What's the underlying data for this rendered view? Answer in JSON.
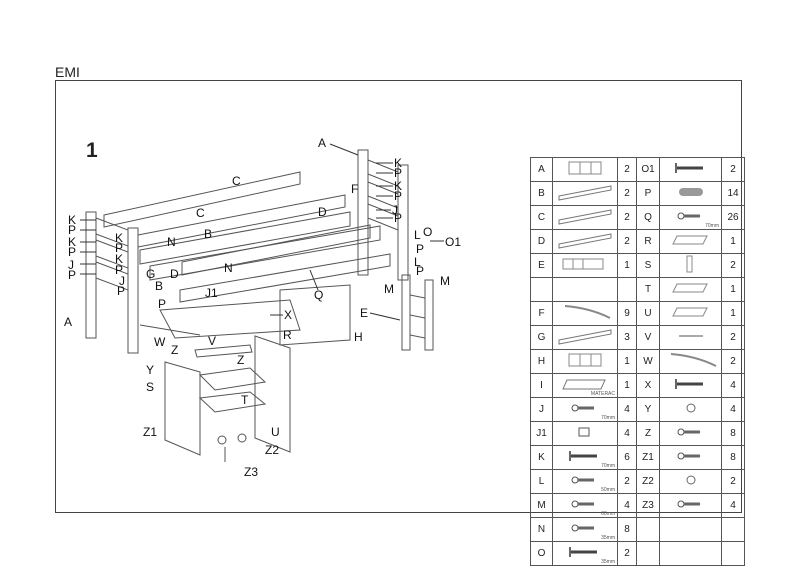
{
  "title": "EMI",
  "step": "1",
  "diagram": {
    "labels": [
      "A",
      "K",
      "P",
      "K",
      "P",
      "J",
      "P",
      "C",
      "C",
      "D",
      "F",
      "N",
      "B",
      "K",
      "P",
      "K",
      "P",
      "J",
      "P",
      "K",
      "P",
      "K",
      "P",
      "J",
      "P",
      "G",
      "D",
      "N",
      "L",
      "O",
      "O1",
      "P",
      "L",
      "P",
      "M",
      "M",
      "B",
      "J1",
      "Q",
      "P",
      "E",
      "X",
      "A",
      "R",
      "H",
      "W",
      "Z",
      "V",
      "Z",
      "Y",
      "S",
      "T",
      "Z1",
      "U",
      "Z2",
      "Z3"
    ]
  },
  "parts_table": {
    "rows": [
      {
        "left": {
          "letter": "A",
          "icon": "frame",
          "qty": "2"
        },
        "right": {
          "letter": "O1",
          "icon": "bolt",
          "qty": "2"
        }
      },
      {
        "left": {
          "letter": "B",
          "icon": "board",
          "qty": "2"
        },
        "right": {
          "letter": "P",
          "icon": "dowel",
          "qty": "14"
        }
      },
      {
        "left": {
          "letter": "C",
          "icon": "board",
          "qty": "2"
        },
        "right": {
          "letter": "Q",
          "icon": "screw",
          "qty": "26",
          "size": "70mm"
        }
      },
      {
        "left": {
          "letter": "D",
          "icon": "board",
          "qty": "2"
        },
        "right": {
          "letter": "R",
          "icon": "panel",
          "qty": "1"
        }
      },
      {
        "left": {
          "letter": "E",
          "icon": "ladder",
          "qty": "1"
        },
        "right": {
          "letter": "S",
          "icon": "upright",
          "qty": "2"
        }
      },
      {
        "left": {
          "letter": "",
          "icon": "",
          "qty": ""
        },
        "right": {
          "letter": "T",
          "icon": "panel",
          "qty": "1"
        }
      },
      {
        "left": {
          "letter": "F",
          "icon": "slat",
          "qty": "9"
        },
        "right": {
          "letter": "U",
          "icon": "panel",
          "qty": "1"
        }
      },
      {
        "left": {
          "letter": "G",
          "icon": "board",
          "qty": "3"
        },
        "right": {
          "letter": "V",
          "icon": "thin",
          "qty": "2"
        }
      },
      {
        "left": {
          "letter": "H",
          "icon": "frame",
          "qty": "1"
        },
        "right": {
          "letter": "W",
          "icon": "slat",
          "qty": "2"
        }
      },
      {
        "left": {
          "letter": "I",
          "icon": "mattress",
          "qty": "1",
          "size": "MATERAC"
        },
        "right": {
          "letter": "X",
          "icon": "bolt",
          "qty": "4"
        }
      },
      {
        "left": {
          "letter": "J",
          "icon": "screw",
          "qty": "4",
          "size": "70mm"
        },
        "right": {
          "letter": "Y",
          "icon": "cam",
          "qty": "4"
        }
      },
      {
        "left": {
          "letter": "J1",
          "icon": "nut",
          "qty": "4"
        },
        "right": {
          "letter": "Z",
          "icon": "screw",
          "qty": "8"
        }
      },
      {
        "left": {
          "letter": "K",
          "icon": "bolt",
          "qty": "6",
          "size": "70mm"
        },
        "right": {
          "letter": "Z1",
          "icon": "screw",
          "qty": "8"
        }
      },
      {
        "left": {
          "letter": "L",
          "icon": "screw",
          "qty": "2",
          "size": "50mm"
        },
        "right": {
          "letter": "Z2",
          "icon": "cam",
          "qty": "2"
        }
      },
      {
        "left": {
          "letter": "M",
          "icon": "screw",
          "qty": "4",
          "size": "60mm"
        },
        "right": {
          "letter": "Z3",
          "icon": "screw",
          "qty": "4"
        }
      },
      {
        "left": {
          "letter": "N",
          "icon": "screw",
          "qty": "8",
          "size": "35mm"
        },
        "right": {
          "letter": "",
          "icon": "",
          "qty": ""
        }
      },
      {
        "left": {
          "letter": "O",
          "icon": "bolt",
          "qty": "2",
          "size": "35mm"
        },
        "right": {
          "letter": "",
          "icon": "",
          "qty": ""
        }
      }
    ]
  },
  "colors": {
    "line": "#444444",
    "frame": "#444444"
  }
}
